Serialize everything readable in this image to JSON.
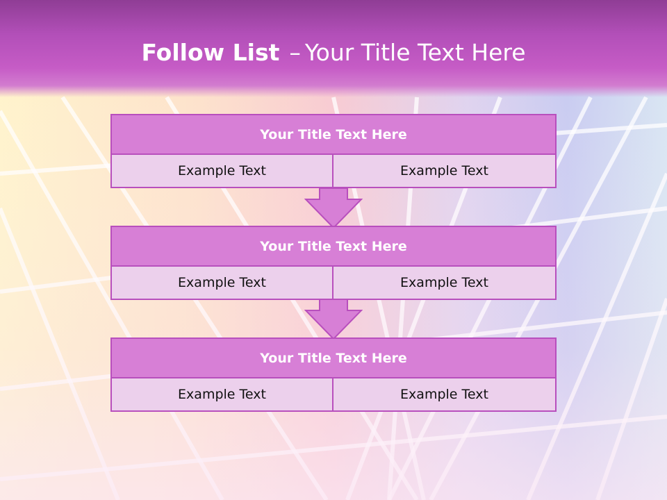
{
  "slide": {
    "title_bold": "Follow List",
    "title_separator": "–",
    "title_rest": "Your Title Text Here"
  },
  "blocks": [
    {
      "title": "Your Title Text Here",
      "left": "Example Text",
      "right": "Example Text"
    },
    {
      "title": "Your Title Text Here",
      "left": "Example Text",
      "right": "Example Text"
    },
    {
      "title": "Your Title Text Here",
      "left": "Example Text",
      "right": "Example Text"
    }
  ],
  "colors": {
    "header": "#b24fb8",
    "block_title": "#d77fd6",
    "block_body": "#ecd0ec",
    "border": "#b84fbd",
    "arrow": "#d77fd6"
  }
}
